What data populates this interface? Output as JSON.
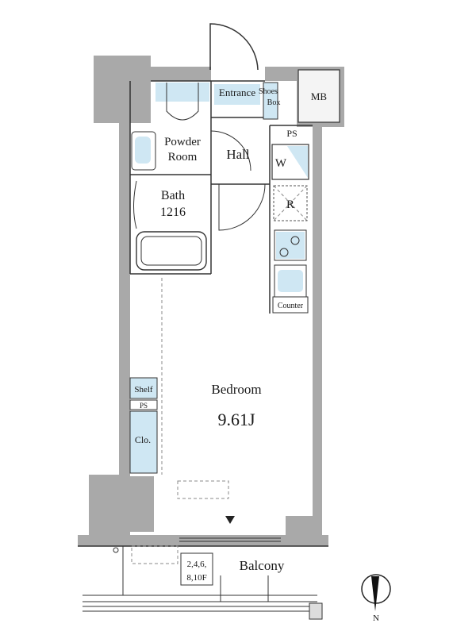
{
  "rooms": {
    "entrance": "Entrance",
    "shoes_box_1": "Shoes",
    "shoes_box_2": "Box",
    "mb": "MB",
    "ps_top": "PS",
    "powder_1": "Powder",
    "powder_2": "Room",
    "hall": "Hall",
    "w": "W",
    "r": "R",
    "bath_1": "Bath",
    "bath_2": "1216",
    "counter": "Counter",
    "bedroom": "Bedroom",
    "bedroom_size": "9.61J",
    "shelf": "Shelf",
    "ps_side": "PS",
    "clo": "Clo.",
    "balcony": "Balcony",
    "floors_1": "2,4,6,",
    "floors_2": "8,10F",
    "north": "N"
  },
  "colors": {
    "wall": "#a9a9a9",
    "fixture_blue": "#cfe7f3",
    "ink": "#1a1a1a"
  }
}
